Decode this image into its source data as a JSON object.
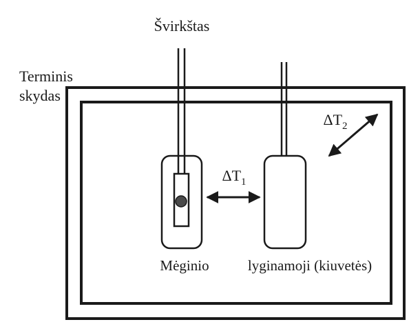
{
  "labels": {
    "syringe": "Švirkštas",
    "thermal_shield_line1": "Terminis",
    "thermal_shield_line2": "skydas",
    "sample": "Mėginio",
    "reference": "lyginamoji (kiuvetės)",
    "delta_t1_symbol": "ΔT",
    "delta_t1_subscript": "1",
    "delta_t2_symbol": "ΔT",
    "delta_t2_subscript": "2"
  },
  "colors": {
    "stroke": "#1a1a1a",
    "background": "#ffffff",
    "ball": "#4a4a4a"
  }
}
